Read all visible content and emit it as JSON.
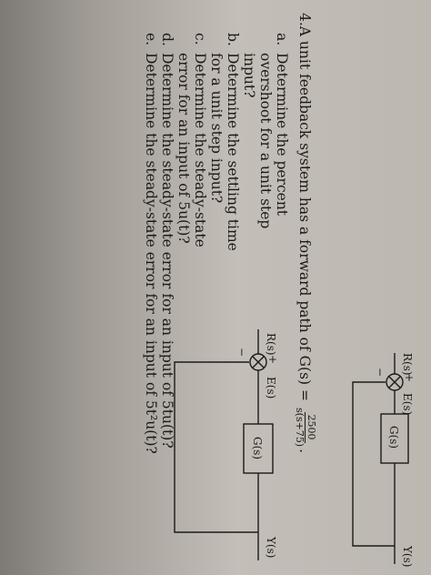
{
  "top_diagram": {
    "input_label": "R(s)",
    "plus_sign": "+",
    "minus_sign": "−",
    "error_label": "E(s)",
    "block_label": "G(s)",
    "output_label": "Y(s)"
  },
  "problem": {
    "number": "4.",
    "intro": "A unit feedback system has a forward path of G(s) =",
    "tf_numerator": "2500",
    "tf_denominator": "s(s+75)",
    "tf_trailing": ".",
    "parts": [
      {
        "letter": "a.",
        "text": "Determine the percent overshoot for a unit step input?"
      },
      {
        "letter": "b.",
        "text": "Determine the settling time for a unit step input?"
      },
      {
        "letter": "c.",
        "text": "Determine the steady-state error for an input of 5u(t)?"
      },
      {
        "letter": "d.",
        "text": "Determine the steady-state error for an input of 5tu(t)?"
      },
      {
        "letter": "e.",
        "text": "Determine the steady-state error for an input of 5t²u(t)?"
      }
    ]
  },
  "side_diagram": {
    "input_label": "R(s)",
    "plus_sign": "+",
    "minus_sign": "−",
    "error_label": "E(s)",
    "block_label": "G(s)",
    "output_label": "Y(s)"
  }
}
